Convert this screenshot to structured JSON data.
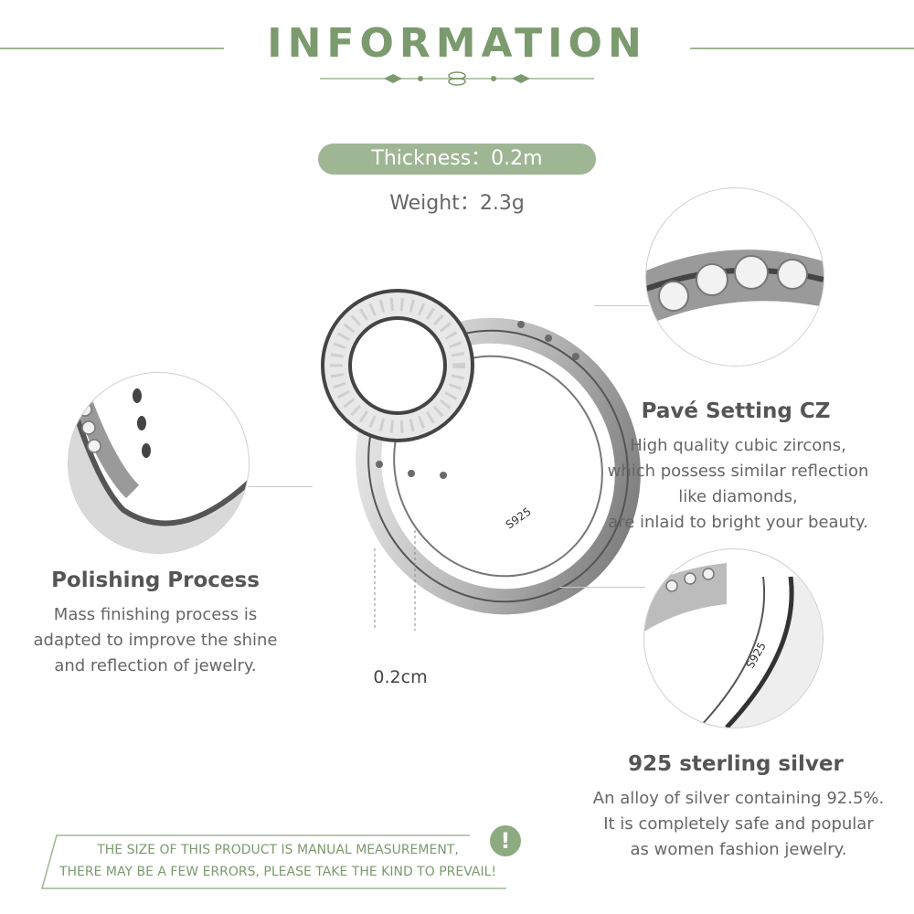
{
  "header": {
    "title": "INFORMATION"
  },
  "specs": {
    "thickness": "Thickness：0.2m",
    "weight": "Weight：2.3g"
  },
  "ring": {
    "stamp": "S925",
    "dimension_label": "0.2cm"
  },
  "features": {
    "pave": {
      "title": "Pavé Setting CZ",
      "lines": [
        "High quality cubic zircons,",
        "which possess similar reflection",
        "like diamonds,",
        "are inlaid to bright your beauty."
      ]
    },
    "polishing": {
      "title": "Polishing Process",
      "lines": [
        "Mass finishing process is",
        "adapted to improve the shine",
        "and reflection of jewelry."
      ]
    },
    "silver": {
      "title": "925 sterling silver",
      "lines": [
        "An alloy of silver containing 92.5%.",
        "It is completely safe and popular",
        "as women fashion jewelry."
      ]
    }
  },
  "notice": {
    "lines": [
      "THE SIZE OF THIS PRODUCT IS MANUAL MEASUREMENT,",
      "THERE MAY BE A FEW ERRORS, PLEASE TAKE THE KIND TO PREVAIL!"
    ],
    "icon": "!"
  },
  "colors": {
    "accent": "#7b9a6e",
    "pill": "#9fb694"
  }
}
